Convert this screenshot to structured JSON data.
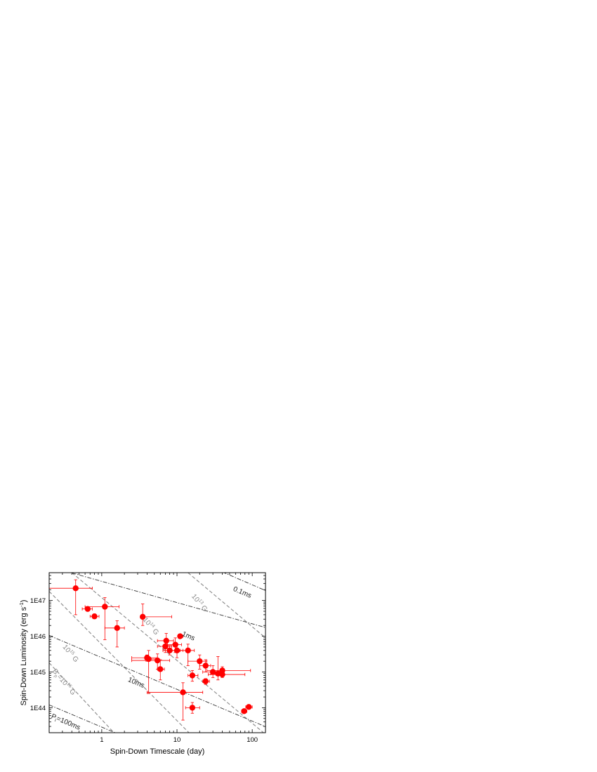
{
  "chart_data": {
    "type": "scatter",
    "xlabel": "Spin-Down Timescale (day)",
    "ylabel": "Spin-Down Luminosity (erg s",
    "ylabel_sup": "-1",
    "ylabel_tail": ")",
    "xscale": "log",
    "yscale": "log",
    "xlim": [
      0.2,
      150
    ],
    "ylim": [
      2e+43,
      6e+47
    ],
    "x_ticks": [
      {
        "value": 1,
        "label": "1"
      },
      {
        "value": 10,
        "label": "10"
      },
      {
        "value": 100,
        "label": "100"
      }
    ],
    "y_ticks": [
      {
        "value": 1e+44,
        "label": "1E44"
      },
      {
        "value": 1e+45,
        "label": "1E45"
      },
      {
        "value": 1e+46,
        "label": "1E46"
      },
      {
        "value": 1e+47,
        "label": "1E47"
      }
    ],
    "grid": false,
    "marker_color": "#ff0000",
    "period_line_color": "#333333",
    "field_line_color": "#888888",
    "points": [
      {
        "x": 0.45,
        "y": 2.2e+47,
        "xlo": 0.2,
        "xhi": 0.75,
        "ylo": 4e+46,
        "yhi": 3.8e+47
      },
      {
        "x": 0.65,
        "y": 5.8e+46,
        "xlo": 0.55,
        "xhi": 0.75,
        "ylo": 5e+46,
        "yhi": 6.5e+46
      },
      {
        "x": 0.8,
        "y": 3.6e+46,
        "xlo": 0.7,
        "xhi": 0.92,
        "ylo": 3.1e+46,
        "yhi": 4.2e+46
      },
      {
        "x": 1.1,
        "y": 6.7e+46,
        "xlo": 0.6,
        "xhi": 1.7,
        "ylo": 8e+45,
        "yhi": 1.2e+47
      },
      {
        "x": 1.6,
        "y": 1.7e+46,
        "xlo": 1.1,
        "xhi": 2.0,
        "ylo": 5e+45,
        "yhi": 2.7e+46
      },
      {
        "x": 3.5,
        "y": 3.5e+46,
        "xlo": 3.3,
        "xhi": 8.5,
        "ylo": 2e+46,
        "yhi": 8e+46
      },
      {
        "x": 7.2,
        "y": 7.5e+45,
        "xlo": 5.5,
        "xhi": 9.0,
        "ylo": 4.5e+45,
        "yhi": 1.2e+46
      },
      {
        "x": 7.0,
        "y": 5.2e+45,
        "xlo": 5.5,
        "xhi": 8.5,
        "ylo": 3.5e+45,
        "yhi": 8e+45
      },
      {
        "x": 9.5,
        "y": 5.8e+45,
        "xlo": 7.5,
        "xhi": 11.5,
        "ylo": 3.5e+45,
        "yhi": 9e+45
      },
      {
        "x": 8.0,
        "y": 4e+45,
        "xlo": 6.5,
        "xhi": 10.0,
        "ylo": 3e+45,
        "yhi": 5.5e+45
      },
      {
        "x": 10.0,
        "y": 4e+45,
        "xlo": 8.5,
        "xhi": 12.0,
        "ylo": 2.5e+45,
        "yhi": 6e+45
      },
      {
        "x": 11.0,
        "y": 1e+46,
        "xlo": 10.5,
        "xhi": 12.0,
        "ylo": 9e+45,
        "yhi": 1.1e+46
      },
      {
        "x": 14.0,
        "y": 4e+45,
        "xlo": 11.0,
        "xhi": 17.0,
        "ylo": 1.5e+45,
        "yhi": 6e+45
      },
      {
        "x": 4.0,
        "y": 2.5e+45,
        "xlo": 2.5,
        "xhi": 5.5,
        "ylo": 2e+45,
        "yhi": 3e+45
      },
      {
        "x": 4.2,
        "y": 2.3e+45,
        "xlo": 3.8,
        "xhi": 5.5,
        "ylo": 2.5e+44,
        "yhi": 4e+45
      },
      {
        "x": 5.5,
        "y": 2.1e+45,
        "xlo": 2.5,
        "xhi": 8.0,
        "ylo": 1.2e+45,
        "yhi": 3.2e+45
      },
      {
        "x": 6.0,
        "y": 1.2e+45,
        "xlo": 5.5,
        "xhi": 6.8,
        "ylo": 6e+44,
        "yhi": 2.2e+45
      },
      {
        "x": 20.0,
        "y": 2e+45,
        "xlo": 14.0,
        "xhi": 25.0,
        "ylo": 1.2e+45,
        "yhi": 3e+45
      },
      {
        "x": 24.0,
        "y": 1.5e+45,
        "xlo": 20.0,
        "xhi": 28.0,
        "ylo": 1e+45,
        "yhi": 2.2e+45
      },
      {
        "x": 16.0,
        "y": 8e+44,
        "xlo": 14.0,
        "xhi": 19.0,
        "ylo": 5.5e+44,
        "yhi": 1.1e+45
      },
      {
        "x": 24.0,
        "y": 5.5e+44,
        "xlo": 22.0,
        "xhi": 27.0,
        "ylo": 4.5e+44,
        "yhi": 6.5e+44
      },
      {
        "x": 30.0,
        "y": 1e+45,
        "xlo": 22.0,
        "xhi": 40.0,
        "ylo": 7e+44,
        "yhi": 1.5e+45
      },
      {
        "x": 35.0,
        "y": 9e+44,
        "xlo": 28.0,
        "xhi": 42.0,
        "ylo": 6e+44,
        "yhi": 2.7e+45
      },
      {
        "x": 40.0,
        "y": 1.1e+45,
        "xlo": 25.0,
        "xhi": 95.0,
        "ylo": 8e+44,
        "yhi": 1.4e+45
      },
      {
        "x": 40.0,
        "y": 8.5e+44,
        "xlo": 26.0,
        "xhi": 80.0,
        "ylo": 7e+44,
        "yhi": 1e+45
      },
      {
        "x": 12.0,
        "y": 2.7e+44,
        "xlo": 4.0,
        "xhi": 22.0,
        "ylo": 4.5e+43,
        "yhi": 5e+44
      },
      {
        "x": 16.0,
        "y": 1e+44,
        "xlo": 13.0,
        "xhi": 20.0,
        "ylo": 7e+43,
        "yhi": 1.4e+44
      },
      {
        "x": 78.0,
        "y": 8e+43,
        "xlo": 72.0,
        "xhi": 85.0,
        "ylo": 7e+43,
        "yhi": 9e+43
      },
      {
        "x": 90.0,
        "y": 1.05e+44,
        "xlo": 82.0,
        "xhi": 100.0,
        "ylo": 9.5e+43,
        "yhi": 1.15e+44
      }
    ],
    "period_lines": [
      {
        "name": "P=100ms",
        "x1": 0.2,
        "y1": 1.2e+44,
        "x2": 2.0,
        "y2": 1.55e+43
      },
      {
        "name": "10ms",
        "x1": 0.2,
        "y1": 1.05e+46,
        "x2": 150,
        "y2": 2.95e+43
      },
      {
        "name": "1ms",
        "x1": 0.4,
        "y1": 5.9e+47,
        "x2": 150,
        "y2": 1.75e+46
      },
      {
        "name": "0.1ms",
        "x1": 40,
        "y1": 6.3e+47,
        "x2": 150,
        "y2": 1.9e+47
      }
    ],
    "period_labels": [
      {
        "text": "P",
        "sub": "i",
        "rest": "=100ms",
        "x": 0.21,
        "y": 5.2e+43
      },
      {
        "text": "10ms",
        "sub": "",
        "rest": "",
        "x": 2.2,
        "y": 5.5e+44
      },
      {
        "text": "1ms",
        "sub": "",
        "rest": "",
        "x": 11.5,
        "y": 1.05e+46
      },
      {
        "text": "0.1ms",
        "sub": "",
        "rest": "",
        "x": 55,
        "y": 1.9e+47
      }
    ],
    "field_lines": [
      {
        "name": "B=10^16 G",
        "x1": 0.2,
        "y1": 1.8e+45,
        "x2": 1.6,
        "y2": 1.6e+43
      },
      {
        "name": "10^15 G",
        "x1": 0.2,
        "y1": 1.8e+47,
        "x2": 16,
        "y2": 1.6e+43
      },
      {
        "name": "10^14 G",
        "x1": 0.4,
        "y1": 6e+47,
        "x2": 150,
        "y2": 1.8e+43
      },
      {
        "name": "10^13 G",
        "x1": 14,
        "y1": 6e+47,
        "x2": 150,
        "y2": 9e+45
      }
    ],
    "field_labels": [
      {
        "text": "B",
        "sub": "p",
        "mid": "=10",
        "sup": "16",
        "rest": "G",
        "x": 0.22,
        "y": 1.05e+45
      },
      {
        "text": "10",
        "sub": "",
        "mid": "",
        "sup": "15",
        "rest": "G",
        "x": 0.3,
        "y": 5e+45
      },
      {
        "text": "10",
        "sub": "",
        "mid": "",
        "sup": "14",
        "rest": "G",
        "x": 3.5,
        "y": 2.9e+46
      },
      {
        "text": "10",
        "sub": "",
        "mid": "",
        "sup": "13",
        "rest": "G",
        "x": 15.5,
        "y": 1.3e+47
      }
    ]
  }
}
